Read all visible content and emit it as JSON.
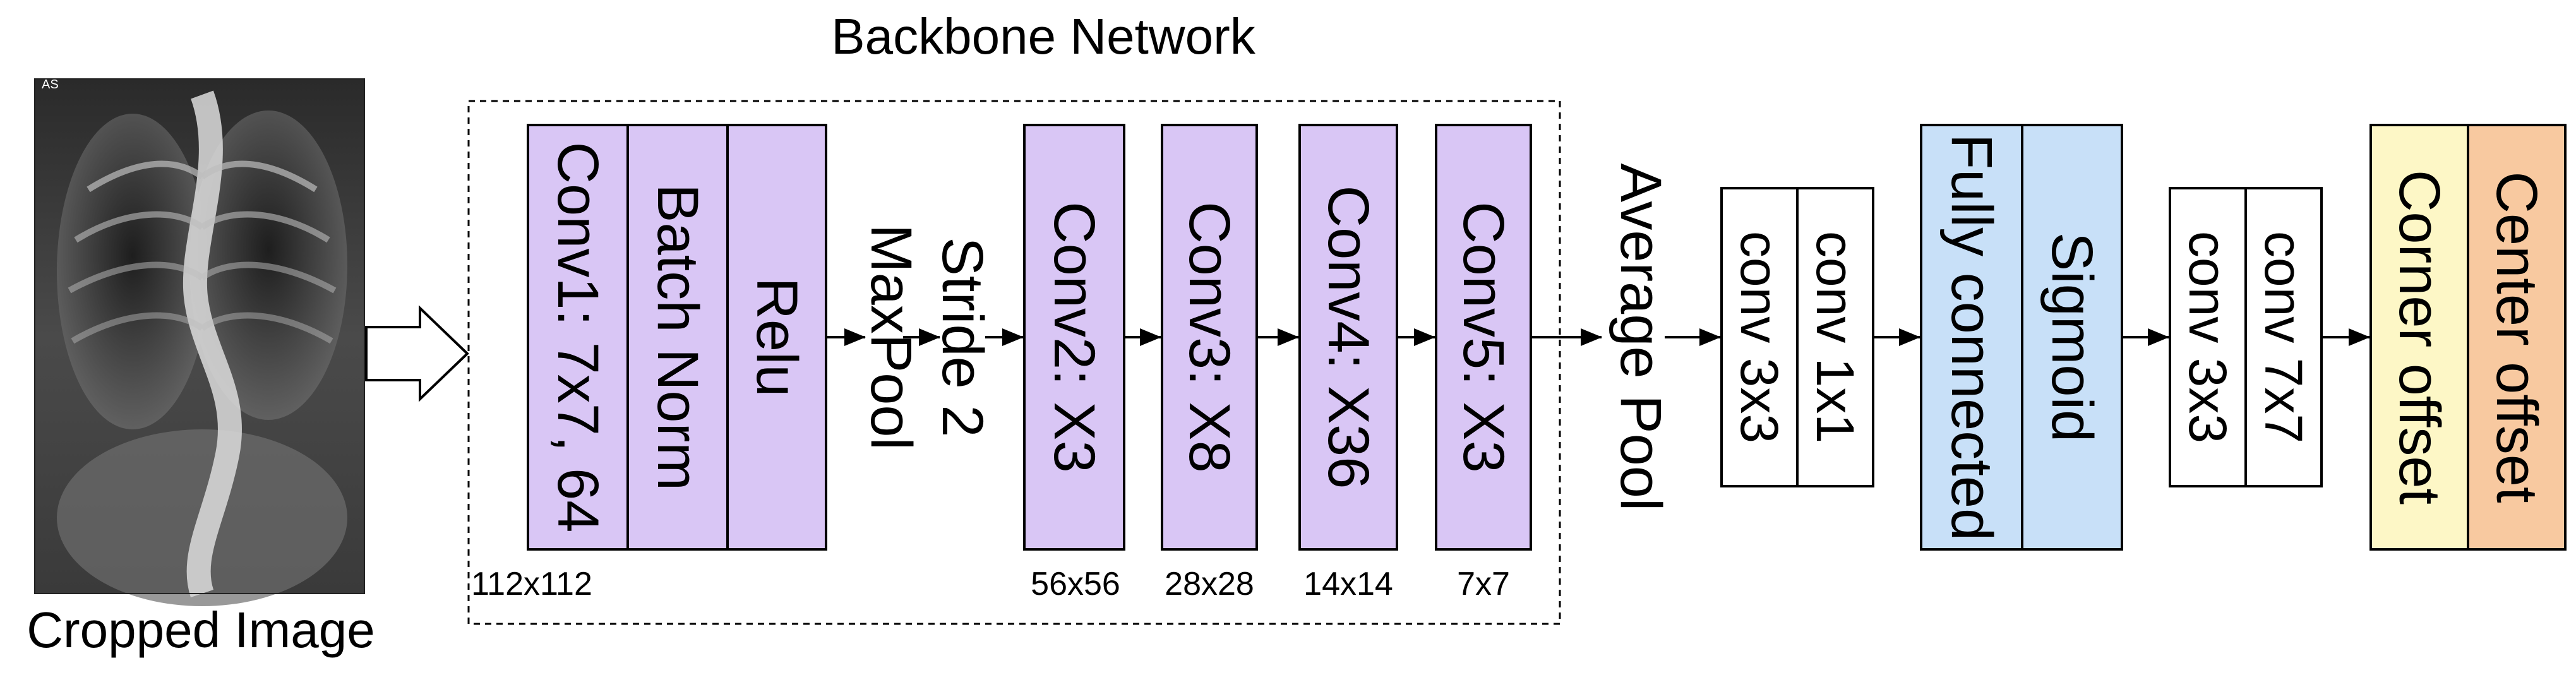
{
  "colors": {
    "backbone_fill": "#d9c6f5",
    "fc_fill": "#c8e0f8",
    "corner_fill": "#fdf7c6",
    "center_fill": "#f8c9a0",
    "plain_fill": "#ffffff"
  },
  "input": {
    "image_tag": "AS",
    "caption": "Cropped Image"
  },
  "backbone": {
    "title": "Backbone Network",
    "stem": {
      "layers": [
        "Conv1: 7x7, 64",
        "Batch Norm",
        "Relu"
      ],
      "size": "112x112"
    },
    "pool_label": [
      "MaxPool",
      "Stride 2"
    ],
    "stages": [
      {
        "label": "Conv2: X3",
        "size": "56x56"
      },
      {
        "label": "Conv3: X8",
        "size": "28x28"
      },
      {
        "label": "Conv4: X36",
        "size": "14x14"
      },
      {
        "label": "Conv5: X3",
        "size": "7x7"
      }
    ]
  },
  "avg_pool_label": "Average Pool",
  "head1": [
    "conv 3x3",
    "conv 1x1"
  ],
  "fc_block": [
    "Fully connected",
    "Sigmoid"
  ],
  "head2": [
    "conv 3x3",
    "conv 7x7"
  ],
  "outputs": [
    "Corner offset",
    "Center offset"
  ]
}
